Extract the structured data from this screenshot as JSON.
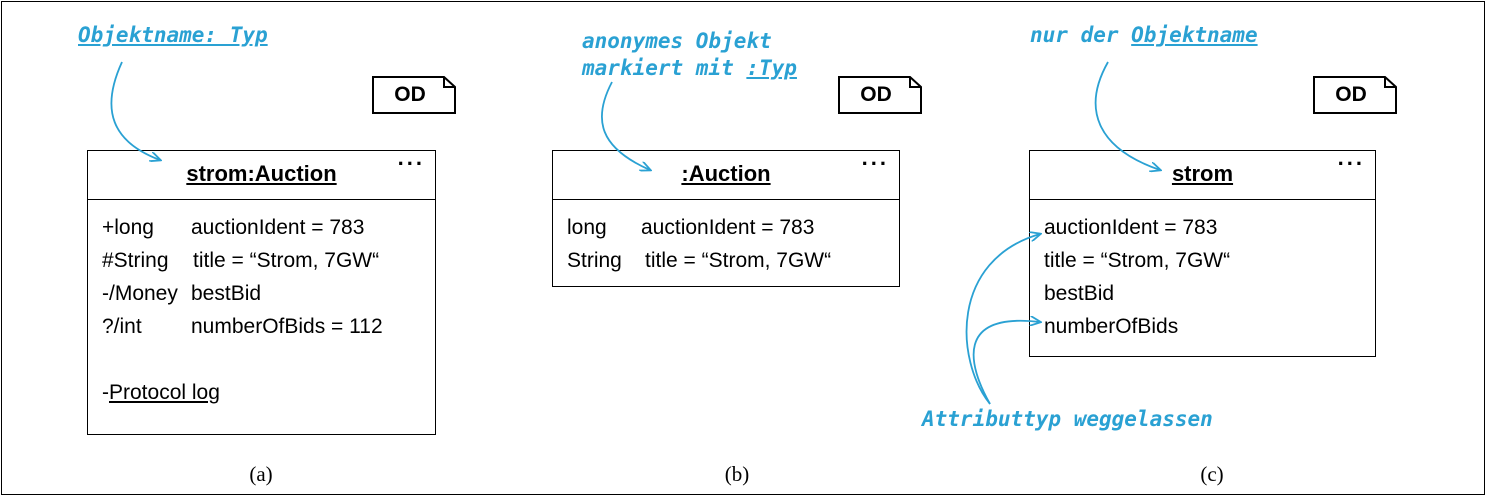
{
  "diagram_tag": "OD",
  "more_marker": "...",
  "panels": {
    "a": {
      "note": "Objektname: Typ",
      "object_title": "strom:Auction",
      "attributes": [
        {
          "modifier": "+long",
          "rest": "auctionIdent = 783"
        },
        {
          "modifier": "#String",
          "rest": "title = “Strom, 7GW“"
        },
        {
          "modifier": "-/Money",
          "rest": "bestBid"
        },
        {
          "modifier": "?/int",
          "rest": "numberOfBids = 112"
        }
      ],
      "static_attr_prefix": "-",
      "static_attr": "Protocol log",
      "caption": "(a)"
    },
    "b": {
      "note_line1": "anonymes Objekt",
      "note_line2_prefix": "markiert mit ",
      "note_line2_type": ":Typ",
      "object_title": ":Auction",
      "attributes": [
        {
          "modifier": "long",
          "rest": "auctionIdent = 783"
        },
        {
          "modifier": "String",
          "rest": "title = “Strom, 7GW“"
        }
      ],
      "caption": "(b)"
    },
    "c": {
      "note_prefix": "nur der ",
      "note_name": "Objektname",
      "object_title": "strom",
      "attributes": [
        "auctionIdent = 783",
        "title = “Strom, 7GW“",
        "bestBid",
        "numberOfBids"
      ],
      "bottom_note": "Attributtyp weggelassen",
      "caption": "(c)"
    }
  },
  "colors": {
    "annotation": "#2aa1d3",
    "line": "#000000"
  }
}
